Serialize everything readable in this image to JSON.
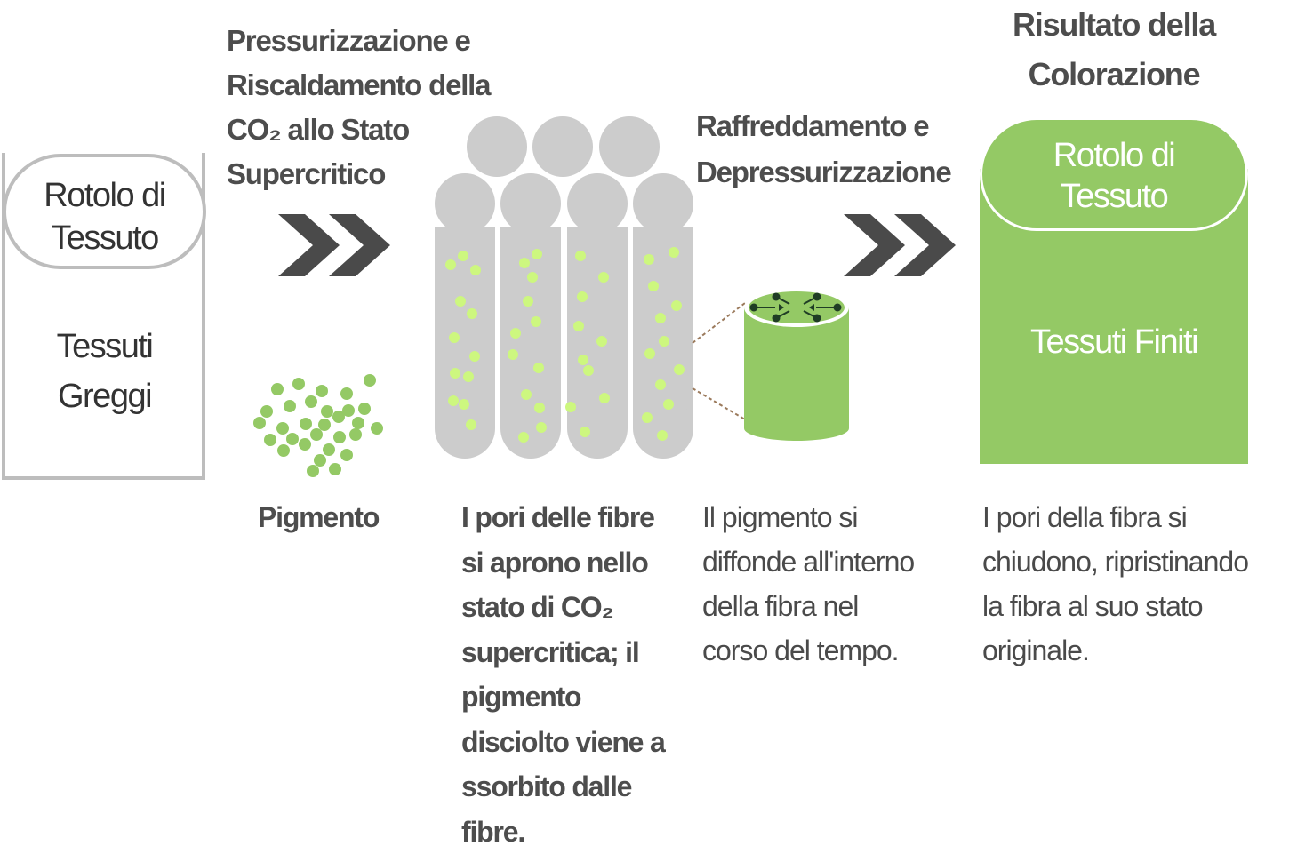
{
  "raw_fabric": {
    "roll_label": "Rotolo di\nTessuto",
    "content_label": "Tessuti\nGreggi"
  },
  "step1": {
    "title": "Pressurizzazione e\nRiscaldamento della\nCO₂  allo Stato\nSupercritico"
  },
  "pigment": {
    "label": "Pigmento"
  },
  "fibers": {
    "description": "I pori delle fibre\nsi aprono nello\nstato di CO₂\nsupercritica; il\npigmento\ndisciolto viene a\nssorbito dalle\nfibre."
  },
  "step2": {
    "title": "Raffreddamento e\nDepressurizzazione"
  },
  "diffusion": {
    "description": "Il pigmento si\ndiffonde all'interno\ndella fibra nel\ncorso del tempo."
  },
  "result": {
    "title": "Risultato della\nColorazione",
    "roll_label": "Rotolo di\nTessuto",
    "content_label": "Tessuti Finiti",
    "description": "I pori della fibra si\nchiudono, ripristinando\nla fibra al suo stato\noriginale."
  },
  "colors": {
    "green": "#94c965",
    "fiber_gray": "#cccccc",
    "dot_green": "#cdf77f",
    "arrow": "#4a4a4a",
    "border_gray": "#bdbdbd"
  }
}
